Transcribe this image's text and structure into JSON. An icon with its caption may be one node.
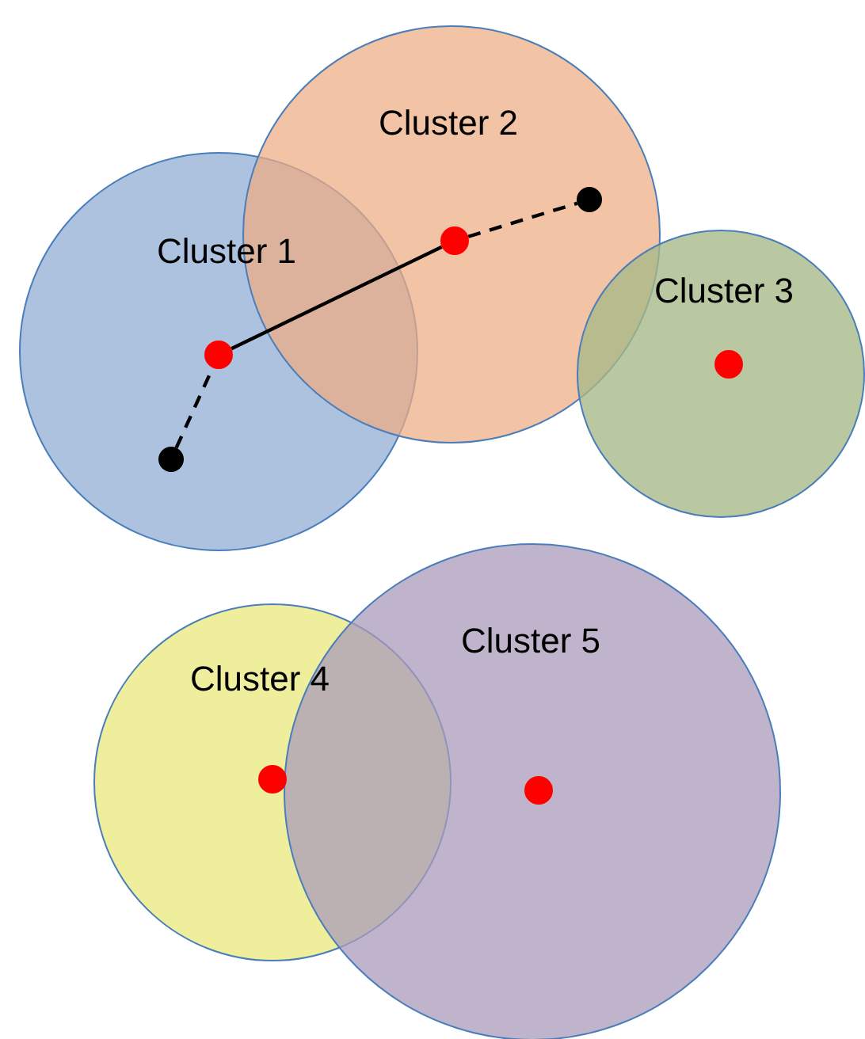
{
  "diagram": {
    "nodes": [
      {
        "text": [
          "Cluster 1"
        ]
      },
      {
        "text": [
          "Cluster 2"
        ]
      },
      {
        "text": [
          "Cluster 3"
        ]
      },
      {
        "text": [
          "Cluster 4"
        ]
      },
      {
        "text": [
          "Cluster 5"
        ]
      },
      {
        "text": [],
        "shape": "circle",
        "in": 1
      },
      {
        "text": [],
        "shape": "circle",
        "in": 1
      },
      {
        "text": [],
        "shape": "circle",
        "in": 0
      },
      {
        "text": [],
        "shape": "circle",
        "in": 2
      },
      {
        "text": [],
        "shape": "circle",
        "in": 0
      },
      {
        "text": [],
        "shape": "circle",
        "in": 3
      },
      {
        "text": [],
        "shape": "circle",
        "in": 4
      }
    ],
    "edges": [
      {
        "from": 9,
        "to": 7,
        "arrow": "none",
        "style": "dashed"
      },
      {
        "from": 7,
        "to": 6,
        "arrow": "none"
      },
      {
        "from": 6,
        "to": 5,
        "arrow": "none",
        "style": "dashed"
      }
    ]
  }
}
